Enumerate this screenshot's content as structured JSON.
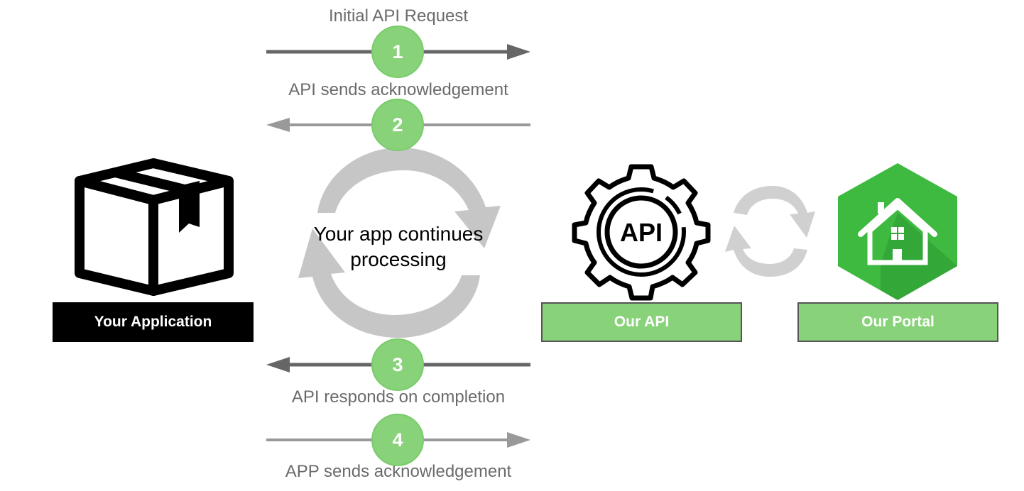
{
  "diagram": {
    "title": "Asynchronous API request flow",
    "steps": [
      {
        "number": "1",
        "label": "Initial API Request",
        "direction": "right",
        "color": "#666666"
      },
      {
        "number": "2",
        "label": "API sends acknowledgement",
        "direction": "left",
        "color": "#999999"
      },
      {
        "number": "3",
        "label": "API responds on completion",
        "direction": "left",
        "color": "#666666"
      },
      {
        "number": "4",
        "label": "APP sends acknowledgement",
        "direction": "right",
        "color": "#999999"
      }
    ],
    "center_text": "Your app continues processing",
    "center_text_line1": "Your app continues",
    "center_text_line2": "processing",
    "nodes": {
      "application": {
        "label": "Your Application",
        "icon": "package-box-icon",
        "bg": "#000000"
      },
      "api": {
        "label": "Our API",
        "icon": "api-gear-icon",
        "bg": "#88d27a"
      },
      "portal": {
        "label": "Our Portal",
        "icon": "house-hexagon-icon",
        "bg": "#88d27a"
      }
    },
    "colors": {
      "badge_green": "#88d27a",
      "portal_green": "#3dba3f",
      "cycle_gray": "#c4c4c4",
      "arrow_dark": "#666666",
      "arrow_light": "#999999"
    }
  }
}
